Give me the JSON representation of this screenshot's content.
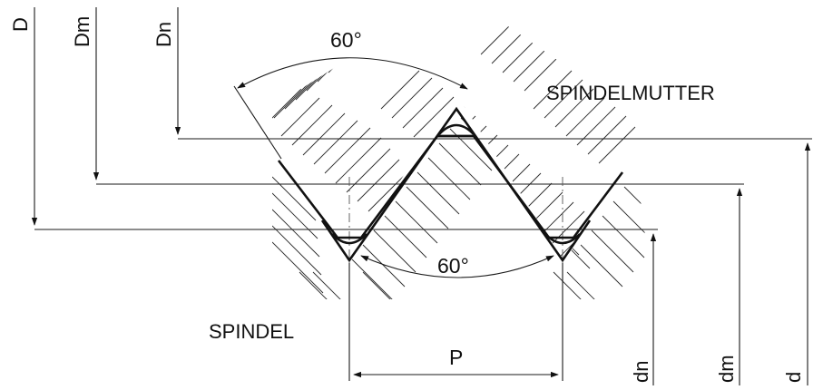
{
  "labels": {
    "D": "D",
    "Dm": "Dm",
    "Dn": "Dn",
    "d": "d",
    "dm": "dm",
    "dn": "dn",
    "angle_top": "60°",
    "angle_bottom": "60°",
    "pitch": "P",
    "nut": "SPINDELMUTTER",
    "spindle": "SPINDEL"
  },
  "colors": {
    "line": "#111111",
    "hatch": "#2a2a2a"
  }
}
